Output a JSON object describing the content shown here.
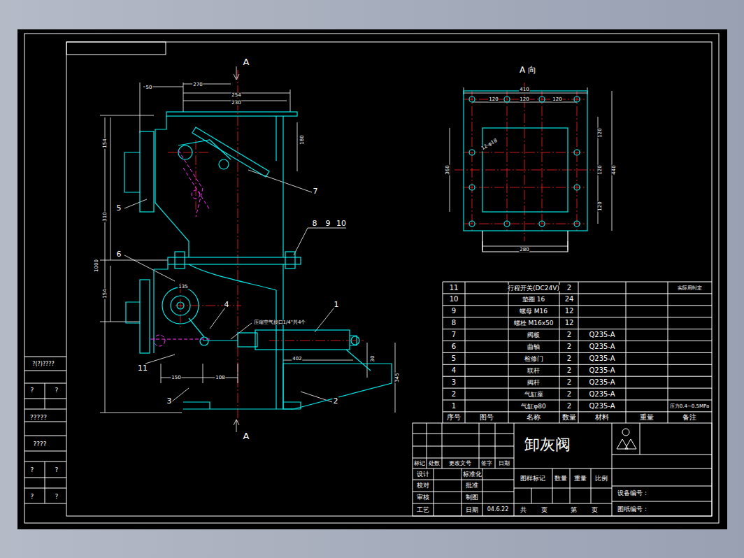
{
  "diagram": {
    "title": "卸灰阀",
    "labels": [
      "A",
      "A",
      "A 向",
      "1",
      "2",
      "3",
      "4",
      "5",
      "6",
      "7",
      "8",
      "9",
      "10",
      "11",
      "压缩空气接口1/4\"共4个",
      "50",
      "270",
      "254",
      "230",
      "154",
      "310",
      "1000",
      "154",
      "135",
      "150",
      "108",
      "402",
      "30",
      "345",
      "180",
      "12-φ18",
      "410",
      "120",
      "120",
      "120",
      "120",
      "120",
      "120",
      "360",
      "440",
      "280",
      "序号",
      "图号",
      "名称",
      "数量",
      "材料",
      "重量",
      "备注",
      "11",
      "行程开关(DC24V)",
      "2",
      "实际用时定",
      "10",
      "垫圈 16",
      "24",
      "9",
      "螺母 M16",
      "12",
      "8",
      "螺栓 M16x50",
      "12",
      "7",
      "阀板",
      "2",
      "Q235-A",
      "6",
      "曲轴",
      "2",
      "Q235-A",
      "5",
      "检修门",
      "2",
      "Q235-A",
      "4",
      "联杆",
      "2",
      "Q235-A",
      "3",
      "阀杆",
      "2",
      "Q235-A",
      "2",
      "气缸座",
      "2",
      "Q235-A",
      "1",
      "气缸φ80",
      "2",
      "Q235-A",
      "压力0.4~0.5MPa",
      "标记",
      "处数",
      "更改文号",
      "签字",
      "日期",
      "设计",
      "标准化",
      "校对",
      "批准",
      "审核",
      "制图",
      "工艺",
      "日期",
      "04.6.22",
      "图样标记",
      "数量",
      "重量",
      "比例",
      "共",
      "页",
      "第",
      "页",
      "设备编号：",
      "图纸编号：",
      "?(?)????",
      "?",
      "?",
      "?????",
      "????",
      "?",
      "?",
      "?",
      "?"
    ]
  }
}
